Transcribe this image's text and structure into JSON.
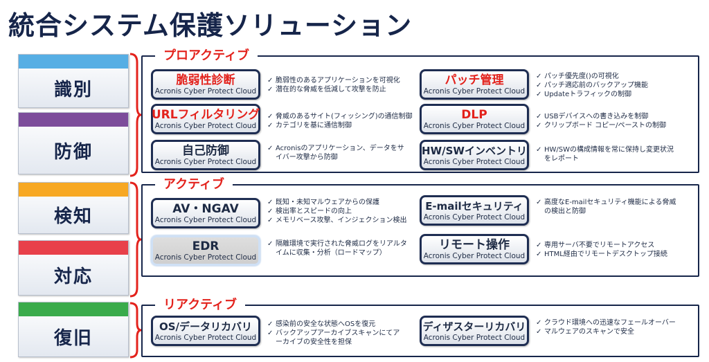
{
  "title": "統合システム保護ソリューション",
  "colors": {
    "navy": "#16254a",
    "red": "#e3221c",
    "identify": "#56aee4",
    "protect": "#7d4d9b",
    "detect": "#f7a823",
    "respond": "#e8404a",
    "recover": "#3aab4b"
  },
  "phases": [
    {
      "label": "識別",
      "color": "#56aee4"
    },
    {
      "label": "防御",
      "color": "#7d4d9b"
    },
    {
      "label": "検知",
      "color": "#f7a823"
    },
    {
      "label": "対応",
      "color": "#e8404a"
    },
    {
      "label": "復旧",
      "color": "#3aab4b"
    }
  ],
  "check_icon": "check-icon",
  "sections": [
    {
      "title": "プロアクティブ",
      "products": [
        {
          "name": "脆弱性診断",
          "sub": "Acronis Cyber Protect Cloud",
          "features": [
            "脆弱性のあるアプリケーションを可視化",
            "潜在的な脅威を低減して攻撃を防止"
          ]
        },
        {
          "name": "パッチ管理",
          "sub": "Acronis Cyber Protect Cloud",
          "features": [
            "パッチ優先度()の可視化",
            "パッチ適応前のバックアップ機能",
            "Updateトラフィックの制御"
          ]
        },
        {
          "name": "URLフィルタリング",
          "sub": "Acronis Cyber Protect Cloud",
          "features": [
            "脅威のあるサイト(フィッシング)の通信制御",
            "カテゴリを基に通信制御"
          ]
        },
        {
          "name": "DLP",
          "sub": "Acronis Cyber Protect Cloud",
          "features": [
            "USBデバイスへの書き込みを制御",
            "クリップボード コピー/ペーストの制御"
          ]
        },
        {
          "name": "自己防御",
          "sub": "Acronis Cyber Protect Cloud",
          "features": [
            "Acronisのアプリケーション、データをサイバー攻撃から防御"
          ]
        },
        {
          "name": "HW/SWインベントリ",
          "sub": "Acronis Cyber Protect Cloud",
          "features": [
            "HW/SWの構成情報を常に保持し変更状況をレポート"
          ]
        }
      ]
    },
    {
      "title": "アクティブ",
      "products": [
        {
          "name": "AV・NGAV",
          "sub": "Acronis Cyber Protect Cloud",
          "features": [
            "既知・未知マルウェアからの保護",
            "検出率とスピードの向上",
            "メモリベース攻撃、インジェクション検出"
          ]
        },
        {
          "name": "E-mailセキュリティ",
          "sub": "Acronis Cyber Protect Cloud",
          "features": [
            "高度なE-mailセキュリティ機能による脅威の検出と防御"
          ]
        },
        {
          "name": "EDR",
          "sub": "Acronis Cyber Protect Cloud",
          "features": [
            "隔離環境で実行された脅威ログをリアルタイムに収集・分析（ロードマップ）"
          ]
        },
        {
          "name": "リモート操作",
          "sub": "Acronis Cyber Protect Cloud",
          "features": [
            "専用サーバ不要でリモートアクセス",
            "HTML経由でリモートデスクトップ接続"
          ]
        }
      ]
    },
    {
      "title": "リアクティブ",
      "products": [
        {
          "name": "OS/データリカバリ",
          "sub": "Acronis Cyber Protect Cloud",
          "features": [
            "感染前の安全な状態へOSを復元",
            "バックアップアーカイブスキャンにてアーカイブの安全性を担保"
          ]
        },
        {
          "name": "ディザスターリカバリ",
          "sub": "Acronis Cyber Protect Cloud",
          "features": [
            "クラウド環境への迅速なフェールオーバー",
            "マルウェアのスキャンで安全"
          ]
        }
      ]
    }
  ]
}
